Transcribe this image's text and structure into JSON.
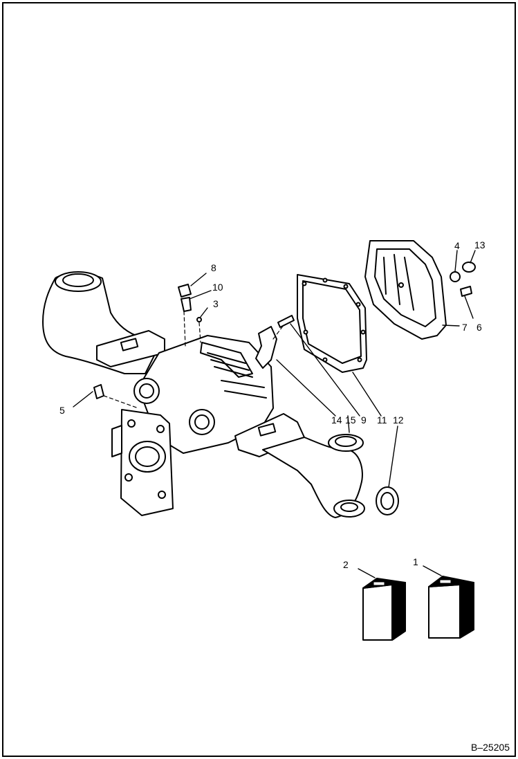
{
  "figure_id": "B–25205",
  "callouts": {
    "c1": "1",
    "c2": "2",
    "c3": "3",
    "c4": "4",
    "c5": "5",
    "c6": "6",
    "c7": "7",
    "c8": "8",
    "c9": "9",
    "c10": "10",
    "c11": "11",
    "c12": "12",
    "c13": "13",
    "c14": "14",
    "c15": "15"
  }
}
